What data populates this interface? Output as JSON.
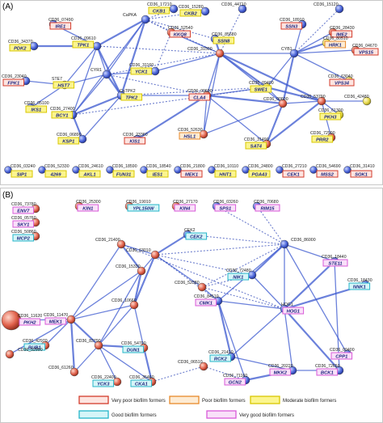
{
  "panels": [
    {
      "id": "A",
      "label": "(A)"
    },
    {
      "id": "B",
      "label": "(B)"
    }
  ],
  "categories": {
    "very_poor": {
      "label": "Very poor biofilm formers",
      "border": "#d33b2b",
      "fill": "#fde4e0"
    },
    "poor": {
      "label": "Poor biofilm formers",
      "border": "#e8892a",
      "fill": "#fdebd3"
    },
    "moderate": {
      "label": "Moderate biofilm formers",
      "border": "#d9c700",
      "fill": "#fbf58f"
    },
    "good": {
      "label": "Good biofilm formers",
      "border": "#25b5c9",
      "fill": "#d5f5f8"
    },
    "very_good": {
      "label": "Very good biofilm formers",
      "border": "#d85ad8",
      "fill": "#f9e0f9"
    }
  },
  "nodes": [
    {
      "id": "a1",
      "label": "CD36_07490",
      "gene": "IRE1",
      "cat": "very_poor",
      "color": "blue"
    },
    {
      "id": "a2",
      "label": "CD36_34370",
      "gene": "PDK2",
      "cat": "moderate",
      "color": "blue"
    },
    {
      "id": "a3",
      "label": "CD36_09610",
      "gene": "TPK1",
      "cat": "moderate",
      "color": "blue"
    },
    {
      "id": "a4",
      "label": "CaPKA",
      "gene": "",
      "cat": "",
      "color": "blue"
    },
    {
      "id": "a5",
      "label": "CD36_17210",
      "gene": "CKB1",
      "cat": "moderate",
      "color": "blue"
    },
    {
      "id": "a6",
      "label": "CD36_15280",
      "gene": "CKB2",
      "cat": "moderate",
      "color": "blue"
    },
    {
      "id": "a7",
      "label": "CD36_44710",
      "gene": "",
      "cat": "",
      "color": "blue"
    },
    {
      "id": "a8",
      "label": "CD36_15120",
      "gene": "",
      "cat": "",
      "color": "blue"
    },
    {
      "id": "a9",
      "label": "CD36_18910",
      "gene": "SSN3",
      "cat": "very_poor",
      "color": "blue"
    },
    {
      "id": "a10",
      "label": "CD36_28430",
      "gene": "IME2",
      "cat": "very_poor",
      "color": "red"
    },
    {
      "id": "a11",
      "label": "CD36_52540",
      "gene": "KKQ8",
      "cat": "very_poor",
      "color": "red"
    },
    {
      "id": "a12",
      "label": "CD36_85680",
      "gene": "SSN8",
      "cat": "moderate",
      "color": "blue"
    },
    {
      "id": "a13",
      "label": "CD36_80510",
      "gene": "HRK1",
      "cat": "poor",
      "color": "yellow"
    },
    {
      "id": "a14",
      "label": "CD36_04670",
      "gene": "VPS15",
      "cat": "very_poor",
      "color": "red"
    },
    {
      "id": "a15",
      "label": "CD36_23040",
      "gene": "FPK1",
      "cat": "very_poor",
      "color": "blue"
    },
    {
      "id": "a16",
      "label": "STE7",
      "gene": "HST7",
      "cat": "moderate",
      "color": "blue"
    },
    {
      "id": "a17",
      "label": "CYR1",
      "gene": "",
      "cat": "",
      "color": "blue"
    },
    {
      "id": "a18",
      "label": "CD36_31160",
      "gene": "YCK1",
      "cat": "moderate",
      "color": "blue"
    },
    {
      "id": "a19",
      "label": "CD36_31500",
      "gene": "",
      "cat": "",
      "color": "red"
    },
    {
      "id": "a20",
      "label": "CYB1",
      "gene": "",
      "cat": "",
      "color": "blue"
    },
    {
      "id": "a21",
      "label": "CD36_05100",
      "gene": "IKS1",
      "cat": "moderate",
      "color": "blue"
    },
    {
      "id": "a22",
      "label": "CD36_27400",
      "gene": "BCY1",
      "cat": "moderate",
      "color": "blue"
    },
    {
      "id": "a23",
      "label": "CaTPK2",
      "gene": "TPK2",
      "cat": "moderate",
      "color": "blue"
    },
    {
      "id": "a24",
      "label": "CD36_09400",
      "gene": "SWE1",
      "cat": "moderate",
      "color": "yellow"
    },
    {
      "id": "a25",
      "label": "CD36_00600",
      "gene": "",
      "cat": "",
      "color": "red"
    },
    {
      "id": "a26",
      "label": "CD36_09600",
      "gene": "CLA4",
      "cat": "very_poor",
      "color": "red"
    },
    {
      "id": "a27",
      "label": "CD36_53790",
      "gene": "",
      "cat": "",
      "color": "red"
    },
    {
      "id": "a28",
      "label": "CD36_63040",
      "gene": "VPS34",
      "cat": "very_poor",
      "color": "yellow"
    },
    {
      "id": "a29",
      "label": "CD36_42480",
      "gene": "",
      "cat": "",
      "color": "yellow"
    },
    {
      "id": "a30",
      "label": "CD36_06890",
      "gene": "KSP1",
      "cat": "moderate",
      "color": "blue"
    },
    {
      "id": "a31",
      "label": "CD36_23360",
      "gene": "KIS1",
      "cat": "very_poor",
      "color": "blue"
    },
    {
      "id": "a32",
      "label": "CD36_52630",
      "gene": "HSL1",
      "cat": "poor",
      "color": "red"
    },
    {
      "id": "a33",
      "label": "CD36_31490",
      "gene": "SAT4",
      "cat": "moderate",
      "color": "red"
    },
    {
      "id": "a34",
      "label": "CD36_61300",
      "gene": "PKH3",
      "cat": "moderate",
      "color": "yellow"
    },
    {
      "id": "a35",
      "label": "CD36_72990",
      "gene": "PRR2",
      "cat": "moderate",
      "color": "red"
    },
    {
      "id": "b1",
      "label": "CD36_73780",
      "gene": "ENV7",
      "cat": "very_good",
      "color": "red"
    },
    {
      "id": "b2",
      "label": "CD36_05760",
      "gene": "SKY1",
      "cat": "very_good",
      "color": "red"
    },
    {
      "id": "b3",
      "label": "CD36_50860",
      "gene": "MCP2",
      "cat": "good",
      "color": "red"
    },
    {
      "id": "b4",
      "label": "CD36_25300",
      "gene": "KIN1",
      "cat": "very_good",
      "color": "red"
    },
    {
      "id": "b5",
      "label": "CD36_19010",
      "gene": "YPL150W",
      "cat": "good",
      "color": "red"
    },
    {
      "id": "b6",
      "label": "CD36_27170",
      "gene": "KIN4",
      "cat": "very_good",
      "color": "red"
    },
    {
      "id": "b7",
      "label": "CD36_03260",
      "gene": "SPS1",
      "cat": "very_good",
      "color": "blue"
    },
    {
      "id": "b8",
      "label": "CD36_70680",
      "gene": "RIM15",
      "cat": "very_good",
      "color": "blue"
    },
    {
      "id": "b9",
      "label": "CEK2",
      "gene": "CEK2",
      "cat": "good",
      "color": "blue"
    },
    {
      "id": "b10",
      "label": "CD36_21400",
      "gene": "",
      "cat": "",
      "color": "red"
    },
    {
      "id": "b11",
      "label": "CD36_63010",
      "gene": "",
      "cat": "",
      "color": "red"
    },
    {
      "id": "b12",
      "label": "CD36_86000",
      "gene": "",
      "cat": "",
      "color": "blue"
    },
    {
      "id": "b13",
      "label": "CD36_18440",
      "gene": "STE11",
      "cat": "very_good",
      "color": "blue"
    },
    {
      "id": "b14",
      "label": "CD36_15330",
      "gene": "",
      "cat": "",
      "color": "red"
    },
    {
      "id": "b15",
      "label": "CD36_52380",
      "gene": "",
      "cat": "",
      "color": "red"
    },
    {
      "id": "b16",
      "label": "CD36_72480",
      "gene": "NIK1",
      "cat": "good",
      "color": "blue"
    },
    {
      "id": "b17",
      "label": "CD36_18430",
      "gene": "NNK1",
      "cat": "good",
      "color": "blue"
    },
    {
      "id": "b18",
      "label": "CD36_11620",
      "gene": "PKH2",
      "cat": "very_good",
      "color": "red"
    },
    {
      "id": "b19",
      "label": "CD36_11470",
      "gene": "MEK1",
      "cat": "very_good",
      "color": "red"
    },
    {
      "id": "b20",
      "label": "CD36_10660",
      "gene": "",
      "cat": "",
      "color": "red"
    },
    {
      "id": "b21",
      "label": "CD36_84510",
      "gene": "CMK1",
      "cat": "very_good",
      "color": "blue"
    },
    {
      "id": "b22",
      "label": "HOG1",
      "gene": "HOG1",
      "cat": "very_good",
      "color": "blue"
    },
    {
      "id": "b23",
      "label": "CD36_09400",
      "gene": "CPP1",
      "cat": "very_good",
      "color": "blue"
    },
    {
      "id": "b24",
      "label": "CD36_42970",
      "gene": "BUB1",
      "cat": "good",
      "color": "red"
    },
    {
      "id": "b25",
      "label": "CD36_83790",
      "gene": "",
      "cat": "",
      "color": "red"
    },
    {
      "id": "b26",
      "label": "CD36_54700",
      "gene": "DUN1",
      "cat": "good",
      "color": "red"
    },
    {
      "id": "b27",
      "label": "CD36_52990",
      "gene": "",
      "cat": "",
      "color": "red"
    },
    {
      "id": "b28",
      "label": "CD36_21410",
      "gene": "RCK2",
      "cat": "good",
      "color": "blue"
    },
    {
      "id": "b29",
      "label": "CD36_71160",
      "gene": "GCN2",
      "cat": "very_good",
      "color": "blue"
    },
    {
      "id": "b30",
      "label": "CD36_61260",
      "gene": "",
      "cat": "",
      "color": "red"
    },
    {
      "id": "b31",
      "label": "CD36_22400",
      "gene": "YCK3",
      "cat": "good",
      "color": "red"
    },
    {
      "id": "b32",
      "label": "CD36_35460",
      "gene": "CKA1",
      "cat": "good",
      "color": "red"
    },
    {
      "id": "b33",
      "label": "CD36_06510",
      "gene": "",
      "cat": "",
      "color": "red"
    },
    {
      "id": "b34",
      "label": "CD36_20220",
      "gene": "MKK2",
      "cat": "very_good",
      "color": "blue"
    },
    {
      "id": "b35",
      "label": "CD36_72650",
      "gene": "BCK1",
      "cat": "very_good",
      "color": "blue"
    }
  ],
  "unconnected": [
    {
      "label": "CD36_03240",
      "gene": "SIP1",
      "cat": "moderate",
      "color": "blue"
    },
    {
      "label": "CD36_52330",
      "gene": "4269",
      "cat": "moderate",
      "color": "blue"
    },
    {
      "label": "CD36_24610",
      "gene": "AKL1",
      "cat": "moderate",
      "color": "blue"
    },
    {
      "label": "CD36_18590",
      "gene": "FUN31",
      "cat": "moderate",
      "color": "blue"
    },
    {
      "label": "CD36_18540",
      "gene": "IES1",
      "cat": "moderate",
      "color": "blue"
    },
    {
      "label": "CD36_21800",
      "gene": "MEK1",
      "cat": "very_poor",
      "color": "blue"
    },
    {
      "label": "CD36_10110",
      "gene": "HNT1",
      "cat": "moderate",
      "color": "blue"
    },
    {
      "label": "CD36_24800",
      "gene": "PGA43",
      "cat": "moderate",
      "color": "blue"
    },
    {
      "label": "CD36_27210",
      "gene": "CEK1",
      "cat": "very_poor",
      "color": "blue"
    },
    {
      "label": "CD36_54690",
      "gene": "MSS2",
      "cat": "very_poor",
      "color": "blue"
    },
    {
      "label": "CD36_31410",
      "gene": "SOK1",
      "cat": "very_poor",
      "color": "blue"
    }
  ],
  "edges": [
    [
      "a3",
      "a4"
    ],
    [
      "a3",
      "a17"
    ],
    [
      "a3",
      "a22"
    ],
    [
      "a3",
      "a23"
    ],
    [
      "a3",
      "a16"
    ],
    [
      "a4",
      "a17"
    ],
    [
      "a4",
      "a23"
    ],
    [
      "a4",
      "a22"
    ],
    [
      "a17",
      "a22"
    ],
    [
      "a17",
      "a23"
    ],
    [
      "a17",
      "a16"
    ],
    [
      "a17",
      "a18"
    ],
    [
      "a22",
      "a23"
    ],
    [
      "a16",
      "a15"
    ],
    [
      "a16",
      "a21"
    ],
    [
      "a2",
      "a3"
    ],
    [
      "a1",
      "a3"
    ],
    [
      "a23",
      "a30"
    ],
    [
      "a22",
      "a30"
    ],
    [
      "a18",
      "a19"
    ],
    [
      "a19",
      "a20"
    ],
    [
      "a19",
      "a24"
    ],
    [
      "a19",
      "a25"
    ],
    [
      "a19",
      "a26"
    ],
    [
      "a19",
      "a27"
    ],
    [
      "a24",
      "a25"
    ],
    [
      "a24",
      "a26"
    ],
    [
      "a25",
      "a26"
    ],
    [
      "a25",
      "a27"
    ],
    [
      "a20",
      "a24"
    ],
    [
      "a20",
      "a25"
    ],
    [
      "a26",
      "a32"
    ],
    [
      "a25",
      "a32"
    ],
    [
      "a25",
      "a33"
    ],
    [
      "a27",
      "a34"
    ],
    [
      "a27",
      "a35"
    ],
    [
      "a20",
      "a13"
    ],
    [
      "a20",
      "a14"
    ],
    [
      "a20",
      "a10"
    ],
    [
      "a19",
      "a12"
    ],
    [
      "a19",
      "a11"
    ],
    [
      "a20",
      "a9"
    ],
    [
      "a24",
      "a27"
    ],
    [
      "a28",
      "a20"
    ],
    [
      "a29",
      "a27"
    ],
    [
      "a31",
      "a26"
    ],
    [
      "a19",
      "a32"
    ],
    [
      "a23",
      "a26"
    ],
    [
      "a27",
      "a33"
    ],
    [
      "a26",
      "a33"
    ],
    [
      "b10",
      "b11"
    ],
    [
      "b10",
      "b14"
    ],
    [
      "b10",
      "b19"
    ],
    [
      "b11",
      "b14"
    ],
    [
      "b11",
      "b20"
    ],
    [
      "b11",
      "b15"
    ],
    [
      "b14",
      "b19"
    ],
    [
      "b14",
      "b20"
    ],
    [
      "b14",
      "b25"
    ],
    [
      "b19",
      "b20"
    ],
    [
      "b19",
      "b25"
    ],
    [
      "b19",
      "b24"
    ],
    [
      "b19",
      "b27"
    ],
    [
      "b19",
      "b30"
    ],
    [
      "b20",
      "b25"
    ],
    [
      "b20",
      "b26"
    ],
    [
      "b25",
      "b26"
    ],
    [
      "b25",
      "b31"
    ],
    [
      "b25",
      "b32"
    ],
    [
      "b26",
      "b32"
    ],
    [
      "b19",
      "b18"
    ],
    [
      "b30",
      "b25"
    ],
    [
      "b11",
      "b9"
    ],
    [
      "b15",
      "b21"
    ],
    [
      "b12",
      "b13"
    ],
    [
      "b12",
      "b16"
    ],
    [
      "b12",
      "b22"
    ],
    [
      "b12",
      "b23"
    ],
    [
      "b13",
      "b22"
    ],
    [
      "b13",
      "b35"
    ],
    [
      "b22",
      "b34"
    ],
    [
      "b22",
      "b35"
    ],
    [
      "b22",
      "b28"
    ],
    [
      "b22",
      "b21"
    ],
    [
      "b21",
      "b28"
    ],
    [
      "b21",
      "b29"
    ],
    [
      "b34",
      "b35"
    ],
    [
      "b22",
      "b17"
    ],
    [
      "b12",
      "b21"
    ],
    [
      "b28",
      "b34"
    ],
    [
      "b29",
      "b34"
    ],
    [
      "b16",
      "b22"
    ]
  ],
  "dashed_edges": [
    [
      "a4",
      "a5"
    ],
    [
      "a4",
      "a11"
    ],
    [
      "a4",
      "a12"
    ],
    [
      "a4",
      "a19"
    ],
    [
      "a17",
      "a19"
    ],
    [
      "a17",
      "a26"
    ],
    [
      "a23",
      "a24"
    ],
    [
      "a19",
      "a7"
    ],
    [
      "a20",
      "a8"
    ],
    [
      "a4",
      "a6"
    ],
    [
      "a18",
      "a11"
    ],
    [
      "a22",
      "a24"
    ],
    [
      "a3",
      "a19"
    ],
    [
      "b11",
      "b12"
    ],
    [
      "b11",
      "b16"
    ],
    [
      "b15",
      "b12"
    ],
    [
      "b15",
      "b22"
    ],
    [
      "b9",
      "b12"
    ],
    [
      "b11",
      "b21"
    ],
    [
      "b7",
      "b12"
    ],
    [
      "b8",
      "b12"
    ],
    [
      "b32",
      "b33"
    ],
    [
      "b33",
      "b29"
    ],
    [
      "b15",
      "b16"
    ],
    [
      "b10",
      "b22"
    ]
  ]
}
